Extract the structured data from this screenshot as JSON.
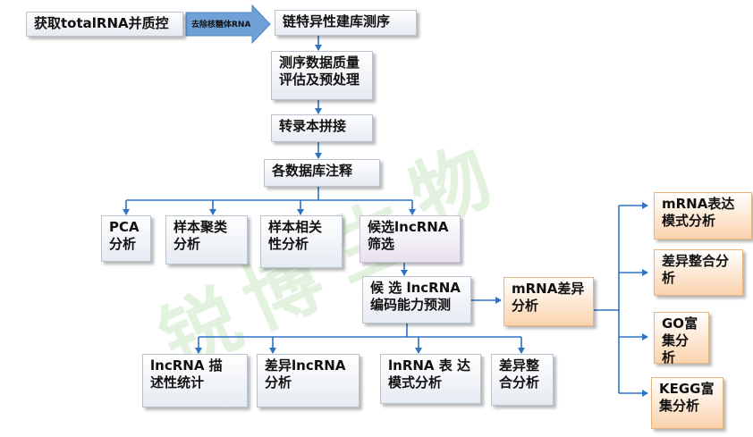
{
  "header": {
    "step1": "获取totalRNA并质控",
    "arrow_label": "去除核糖体RNA",
    "step2": "链特异性建库测序"
  },
  "pipeline": {
    "qc": "测序数据质量评估及预处理",
    "assembly": "转录本拼接",
    "annotation": "各数据库注释"
  },
  "branches": {
    "pca": "PCA分析",
    "cluster": "样本聚类分析",
    "correlation": "样本相关性分析",
    "lncrna_screen": "候选lncRNA筛选"
  },
  "coding": "候 选 lncRNA 编码能力预测",
  "lnc_outputs": {
    "stats": "lncRNA 描 述性统计",
    "diff": "差异lncRNA分析",
    "pattern": "lnRNA 表 达模式分析",
    "integrate": "差异整合分析"
  },
  "mrna": {
    "diff": "mRNA差异分析",
    "pattern": "mRNA表达模式分析",
    "integrate": "差异整合分析",
    "go": "GO富集分析",
    "kegg": "KEGG富集分析"
  },
  "watermark": {
    "chars": [
      "锐",
      "博",
      "生",
      "物"
    ]
  },
  "colors": {
    "arrow": "#2f73c4",
    "big_arrow": "#6fa0d6",
    "box_blue": "#e6ebf2",
    "box_orange": "#fbd3ad",
    "box_purple": "#e8e1ee"
  }
}
